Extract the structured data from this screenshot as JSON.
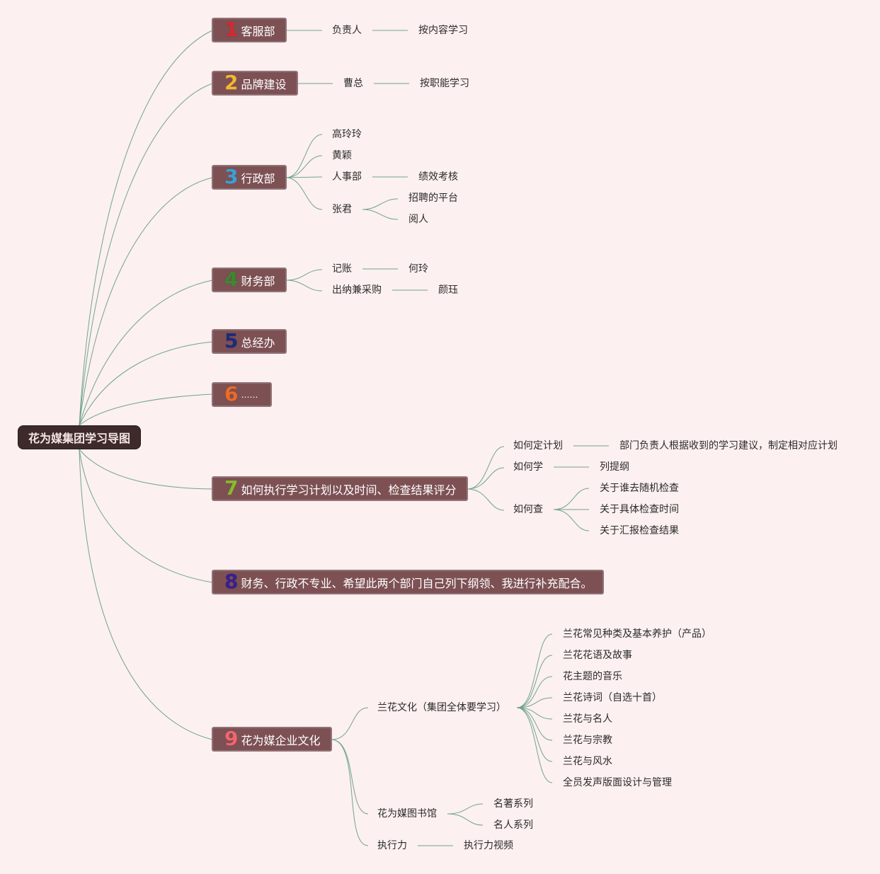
{
  "root": {
    "label": "花为媒集团学习导图"
  },
  "branches": [
    {
      "num": "1",
      "label": "客服部"
    },
    {
      "num": "2",
      "label": "品牌建设"
    },
    {
      "num": "3",
      "label": "行政部"
    },
    {
      "num": "4",
      "label": "财务部"
    },
    {
      "num": "5",
      "label": "总经办"
    },
    {
      "num": "6",
      "label": "……"
    },
    {
      "num": "7",
      "label": "如何执行学习计划以及时间、检查结果评分"
    },
    {
      "num": "8",
      "label": "财务、行政不专业、希望此两个部门自己列下纲领、我进行补充配合。"
    },
    {
      "num": "9",
      "label": "花为媒企业文化"
    }
  ],
  "number_colors": [
    "#d8282f",
    "#f2b731",
    "#3ba0d8",
    "#3c8a2e",
    "#1f2a7a",
    "#ef6a24",
    "#8ab82e",
    "#3a1f8c",
    "#f2656f"
  ],
  "b1": {
    "owner": "负责人",
    "study": "按内容学习"
  },
  "b2": {
    "owner": "曹总",
    "study": "按职能学习"
  },
  "b3": {
    "gao": "高玲玲",
    "huang": "黄颖",
    "hr": "人事部",
    "perf": "绩效考核",
    "zhang": "张君",
    "platform": "招聘的平台",
    "read": "阅人"
  },
  "b4": {
    "accounting": "记账",
    "he": "何玲",
    "cashier": "出纳兼采购",
    "yan": "颜珏"
  },
  "b7": {
    "plan": "如何定计划",
    "plan_detail": "部门负责人根据收到的学习建议，制定相对应计划",
    "learn": "如何学",
    "outline": "列提纲",
    "check": "如何查",
    "check_who": "关于谁去随机检查",
    "check_time": "关于具体检查时间",
    "check_report": "关于汇报检查结果"
  },
  "b9": {
    "culture": "兰花文化（集团全体要学习）",
    "culture_items": [
      "兰花常见种类及基本养护（产品）",
      "兰花花语及故事",
      "花主题的音乐",
      "兰花诗词（自选十首）",
      "兰花与名人",
      "兰花与宗教",
      "兰花与风水",
      "全员发声版面设计与管理"
    ],
    "library": "花为媒图书馆",
    "classics": "名著系列",
    "celebrities": "名人系列",
    "execution": "执行力",
    "execution_video": "执行力视频"
  },
  "colors": {
    "background": "#fdf0f0",
    "branch_fill": "#7d5154",
    "root_fill": "#3f2a2b",
    "line": "#5e9a80"
  }
}
